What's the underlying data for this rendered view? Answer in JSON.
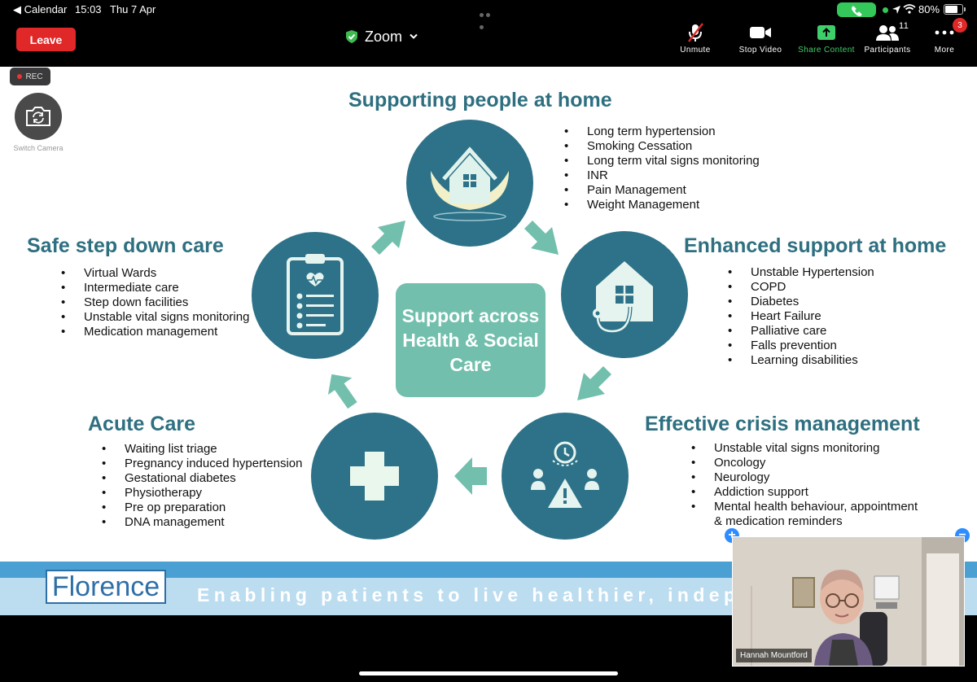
{
  "status_bar": {
    "back_app": "◀ Calendar",
    "time": "15:03",
    "date": "Thu 7 Apr",
    "battery": "80%"
  },
  "toolbar": {
    "leave_label": "Leave",
    "meeting_title": "Zoom",
    "unmute_label": "Unmute",
    "stop_video_label": "Stop Video",
    "share_label": "Share Content",
    "participants_label": "Participants",
    "participants_count": "11",
    "more_label": "More",
    "more_badge": "3"
  },
  "overlay": {
    "rec_label": "REC",
    "switch_camera_label": "Switch Camera"
  },
  "slide": {
    "center_text": "Support across Health & Social Care",
    "sections": [
      {
        "title": "Supporting people at home",
        "items": [
          "Long term hypertension",
          "Smoking Cessation",
          "Long term vital signs monitoring",
          "INR",
          "Pain Management",
          "Weight Management"
        ]
      },
      {
        "title": "Enhanced support at home",
        "items": [
          "Unstable Hypertension",
          "COPD",
          "Diabetes",
          "Heart Failure",
          "Palliative care",
          "Falls prevention",
          "Learning disabilities"
        ]
      },
      {
        "title": "Effective crisis management",
        "items": [
          "Unstable vital signs monitoring",
          "Oncology",
          "Neurology",
          "Addiction support",
          "Mental health behaviour, appointment",
          "& medication reminders"
        ]
      },
      {
        "title": "Acute Care",
        "items": [
          "Waiting list triage",
          "Pregnancy induced hypertension",
          "Gestational diabetes",
          "Physiotherapy",
          "Pre op preparation",
          "DNA management"
        ]
      },
      {
        "title": "Safe step down care",
        "items": [
          "Virtual Wards",
          "Intermediate care",
          "Step down facilities",
          "Unstable vital signs monitoring",
          "Medication management"
        ]
      }
    ],
    "logo_text": "Florence",
    "tagline": "Enabling patients to live healthier, independent lives"
  },
  "video": {
    "participant_name": "Hannah Mountford"
  },
  "colors": {
    "teal_dark": "#2d7288",
    "teal_light": "#71bfac",
    "title_teal": "#2e6f80",
    "leave_red": "#e02828",
    "share_green": "#34c759"
  }
}
